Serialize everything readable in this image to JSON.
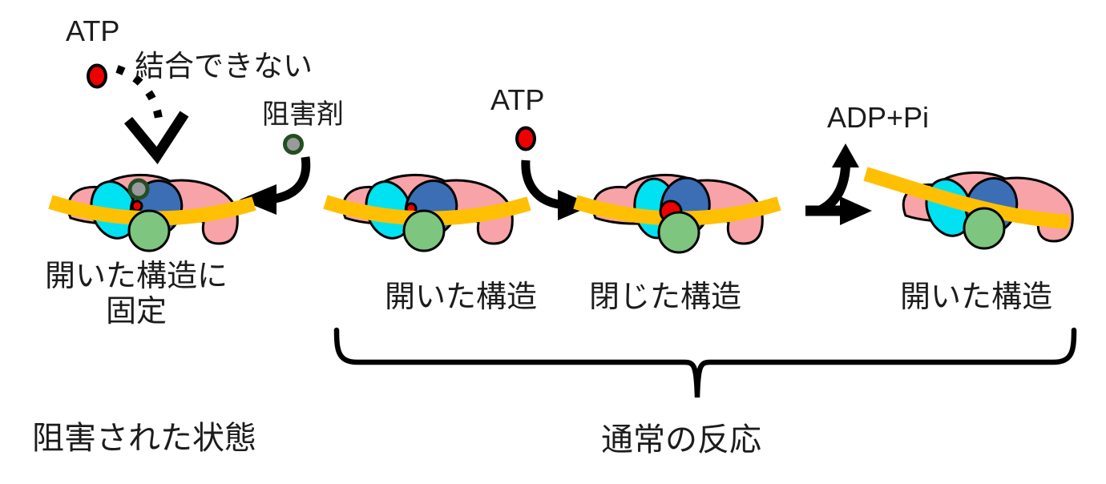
{
  "colors": {
    "atp": "#ee0000",
    "pink": "#f7a3a7",
    "cyan": "#00e1f2",
    "blue": "#3b6eb5",
    "green": "#7ec57f",
    "filament": "#ffc003",
    "inhibitor_fill": "#9a9a9a",
    "inhibitor_ring": "#234e23",
    "arrow": "#000000",
    "text": "#1c1c1c"
  },
  "inhibited_pathway": {
    "atp_label": "ATP",
    "cannot_bind_label": "結合できない",
    "inhibitor_label": "阻害剤",
    "state_label_line1": "開いた構造に",
    "state_label_line2": "固定",
    "section_label": "阻害された状態"
  },
  "normal_pathway": {
    "atp_label": "ATP",
    "adp_label": "ADP+Pi",
    "open_label": "開いた構造",
    "closed_label": "閉じた構造",
    "open_again_label": "開いた構造",
    "section_label": "通常の反応"
  }
}
